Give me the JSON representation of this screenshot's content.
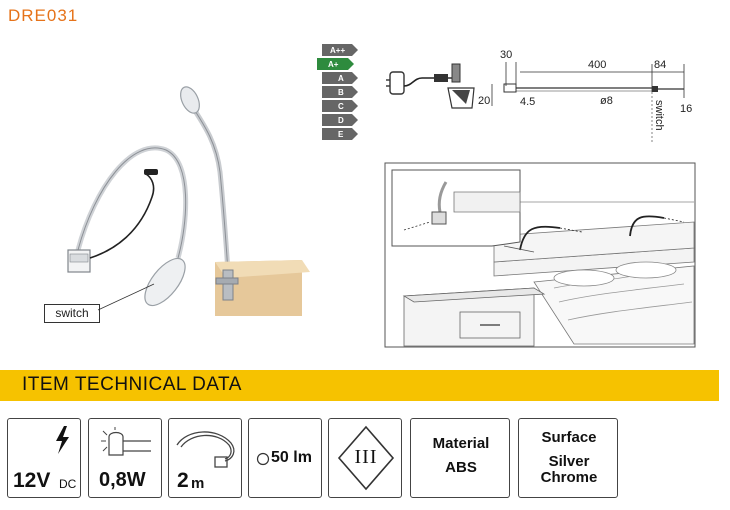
{
  "product_code": "DRE031",
  "switch_label": "switch",
  "energy_classes": [
    "A++",
    "A+",
    "A",
    "B",
    "C",
    "D",
    "E"
  ],
  "energy_selected": "A+",
  "dimensions": {
    "d30": "30",
    "d400": "400",
    "d84": "84",
    "d20": "20",
    "d4_5": "4.5",
    "d8": "ø8",
    "d16": "16",
    "switch_word": "switch"
  },
  "section_title": "ITEM TECHNICAL DATA",
  "specs": {
    "voltage_value": "12V",
    "voltage_unit": "DC",
    "power": "0,8W",
    "cable_length_value": "2",
    "cable_length_unit": "m",
    "lumen": "50 lm",
    "protection_class": "III",
    "material_label": "Material",
    "material_value": "ABS",
    "surface_label": "Surface",
    "surface_value_1": "Silver",
    "surface_value_2": "Chrome"
  },
  "colors": {
    "brand_orange": "#e6731a",
    "bar_yellow": "#f6c200",
    "energy_green": "#2e8b3e",
    "energy_grey": "#666666"
  }
}
